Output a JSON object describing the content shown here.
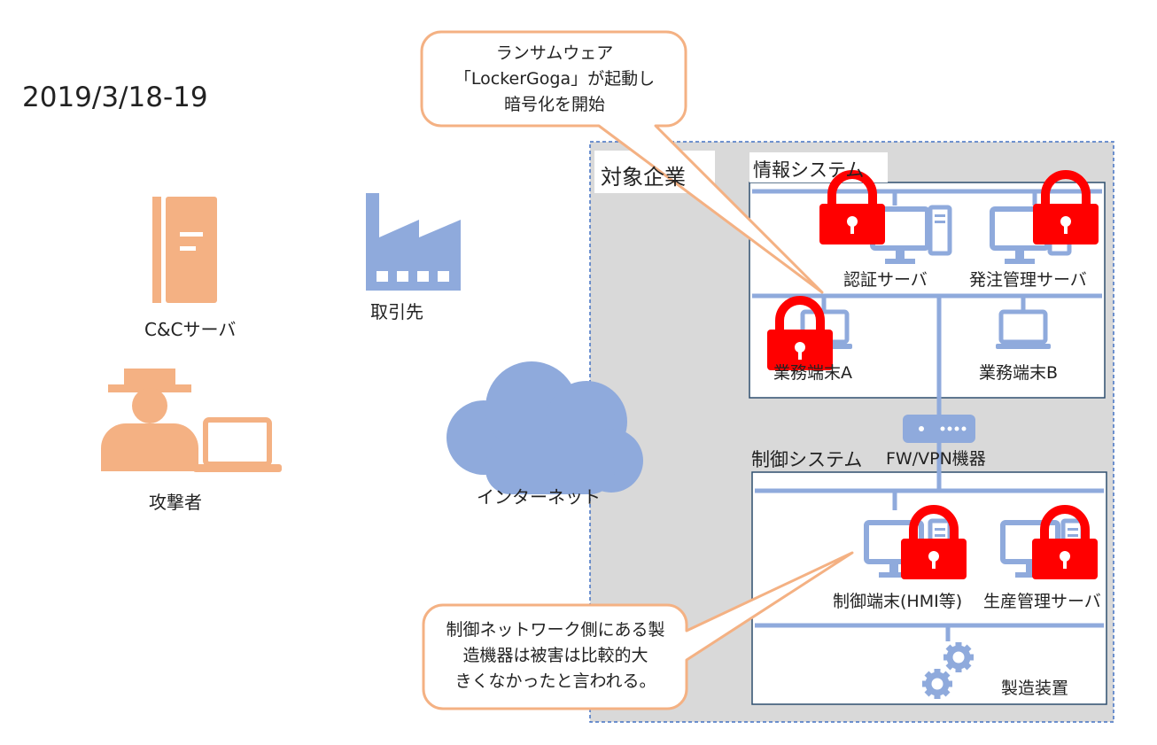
{
  "date": "2019/3/18-19",
  "external": {
    "cc_server": "C&Cサーバ",
    "partner": "取引先",
    "attacker": "攻撃者",
    "internet": "インターネット"
  },
  "company": {
    "label": "対象企業",
    "it_system": {
      "title": "情報システム",
      "auth_server": "認証サーバ",
      "order_server": "発注管理サーバ",
      "terminal_a": "業務端末A",
      "terminal_b": "業務端末B"
    },
    "firewall": "FW/VPN機器",
    "control_system": {
      "title": "制御システム",
      "hmi": "制御端末(HMI等)",
      "production_server": "生産管理サーバ",
      "equipment": "製造装置"
    }
  },
  "callouts": {
    "ransomware": [
      "ランサムウェア",
      "「LockerGoga」が起動し",
      "暗号化を開始"
    ],
    "control_note": [
      "制御ネットワーク側にある製",
      "造機器は被害は比較的大",
      "きくなかったと言われる。"
    ]
  },
  "colors": {
    "orange": "#F4B183",
    "blue": "#8FAADC",
    "lock": "#FF0000",
    "callout_border": "#F4B183",
    "company_bg": "#D9D9D9"
  }
}
